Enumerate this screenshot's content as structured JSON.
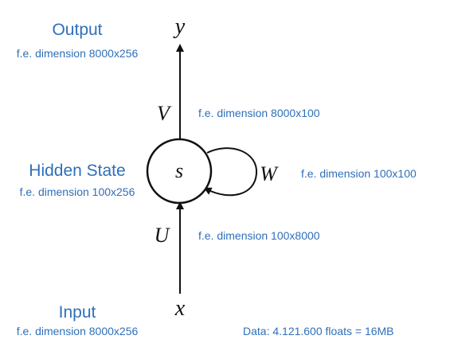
{
  "colors": {
    "label_blue": "#2f6fba",
    "line": "#111111",
    "node_fill": "#ffffff"
  },
  "output": {
    "title": "Output",
    "dimension": "f.e. dimension 8000x256",
    "symbol": "y"
  },
  "hidden": {
    "title": "Hidden State",
    "dimension": "f.e. dimension 100x256",
    "symbol": "s"
  },
  "input": {
    "title": "Input",
    "dimension": "f.e. dimension 8000x256",
    "symbol": "x"
  },
  "weights": {
    "V": {
      "symbol": "V",
      "dimension": "f.e. dimension 8000x100"
    },
    "W": {
      "symbol": "W",
      "dimension": "f.e. dimension 100x100"
    },
    "U": {
      "symbol": "U",
      "dimension": "f.e. dimension 100x8000"
    }
  },
  "summary": "Data: 4.121.600 floats = 16MB"
}
